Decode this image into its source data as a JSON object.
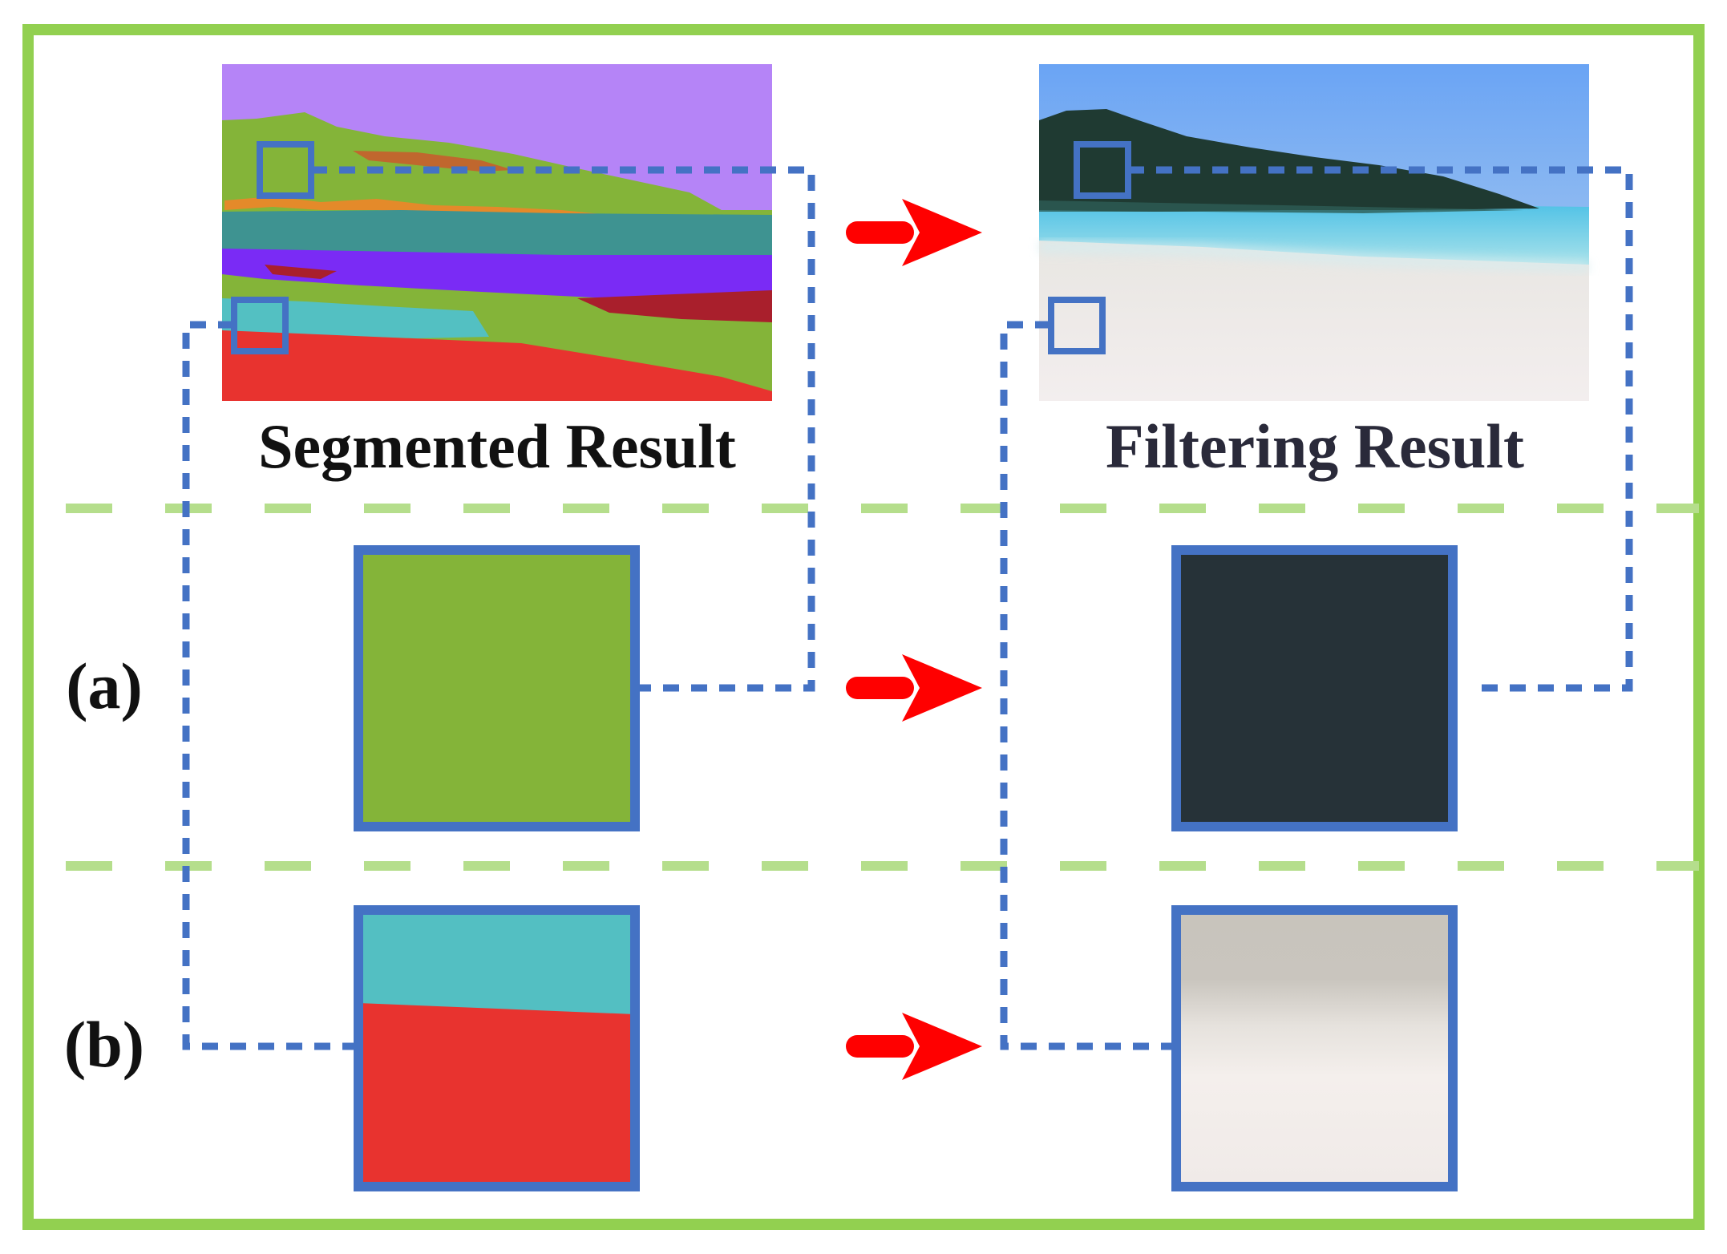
{
  "figure": {
    "segmented_title": "Segmented Result",
    "filtering_title": "Filtering Result",
    "row_a_label": "(a)",
    "row_b_label": "(b)"
  },
  "colors": {
    "frame_green": "#92d050",
    "dash_green": "#b5de8c",
    "box_blue": "#4472c4",
    "arrow_red": "#ff0000",
    "title_segmented": "#111111",
    "title_filtering": "#2a2a3a"
  },
  "segments": {
    "sky": "#b584f7",
    "hill": "#84b439",
    "ridge_orange": "#e48a2a",
    "ridge_brown": "#c0672e",
    "sea": "#3e9391",
    "violet_band": "#7a2bf5",
    "maroon": "#a91f2c",
    "cyan_patch": "#53c0c2",
    "sand_red": "#e8332f"
  },
  "crops": {
    "a_segmented": "#84b439",
    "a_filtered": "#263238",
    "b_segmented_top": "#53bfc2",
    "b_segmented_bottom": "#e8332f",
    "b_filtered_top": "#c8c4bc",
    "b_filtered_bottom": "#f1ecea"
  }
}
